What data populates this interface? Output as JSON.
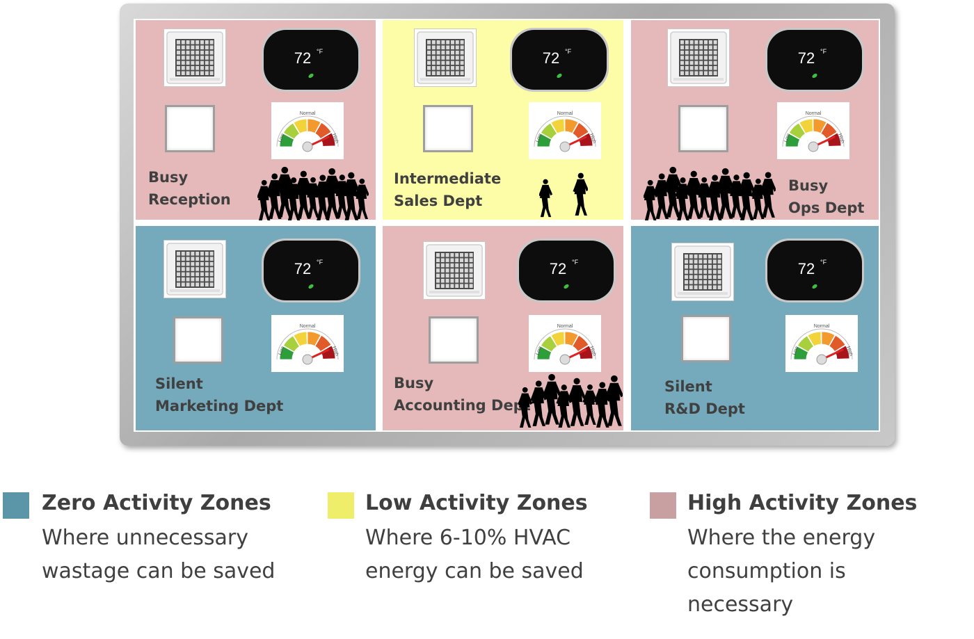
{
  "thermostat": {
    "temp": "72",
    "unit": "°F"
  },
  "gauge": {
    "low": "Low",
    "normal": "Normal",
    "high": "High"
  },
  "zones": [
    {
      "line1": "Busy",
      "line2": "Reception",
      "activity": "high",
      "color": "#e5b9b9"
    },
    {
      "line1": "Intermediate",
      "line2": "Sales Dept",
      "activity": "low",
      "color": "#fdfda7"
    },
    {
      "line1": "Busy",
      "line2": "Ops Dept",
      "activity": "high",
      "color": "#e5b9b9"
    },
    {
      "line1": "Silent",
      "line2": "Marketing Dept",
      "activity": "zero",
      "color": "#74aabb"
    },
    {
      "line1": "Busy",
      "line2": "Accounting Dept",
      "activity": "high",
      "color": "#e5b9b9"
    },
    {
      "line1": "Silent",
      "line2": "R&D Dept",
      "activity": "zero",
      "color": "#74aabb"
    }
  ],
  "legend": [
    {
      "title": "Zero Activity Zones",
      "desc1": "Where unnecessary",
      "desc2": "wastage can be saved",
      "desc3": "",
      "color": "#5b95a8"
    },
    {
      "title": "Low Activity Zones",
      "desc1": "Where 6-10% HVAC",
      "desc2": "energy can be saved",
      "desc3": "",
      "color": "#eeee6a"
    },
    {
      "title": "High Activity Zones",
      "desc1": "Where the energy",
      "desc2": "consumption is",
      "desc3": "necessary",
      "color": "#c9a0a2"
    }
  ]
}
